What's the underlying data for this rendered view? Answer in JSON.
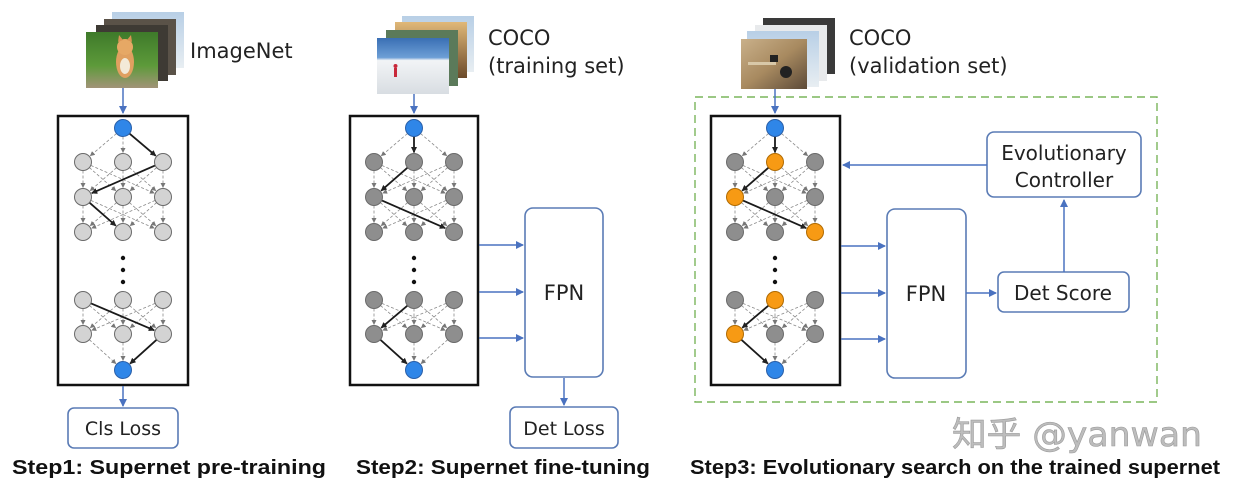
{
  "colors": {
    "blue_node": "#2f86e8",
    "gray_node_step1": "#d3d3d3",
    "gray_node": "#8e8e8e",
    "orange_node": "#f79a14",
    "arrow_blue": "#4a72c0",
    "box_border": "#5a7bb5",
    "dashed_green": "#7ab55c"
  },
  "steps": [
    {
      "dataset": {
        "line1": "ImageNet",
        "line2": ""
      },
      "loss_label": "Cls Loss",
      "caption": "Step1: Supernet pre-training"
    },
    {
      "dataset": {
        "line1": "COCO",
        "line2": "(training set)"
      },
      "fpn_label": "FPN",
      "loss_label": "Det Loss",
      "caption": "Step2: Supernet fine-tuning"
    },
    {
      "dataset": {
        "line1": "COCO",
        "line2": "(validation set)"
      },
      "fpn_label": "FPN",
      "score_label": "Det Score",
      "controller_label": {
        "line1": "Evolutionary",
        "line2": "Controller"
      },
      "caption": "Step3: Evolutionary search on the trained supernet"
    }
  ],
  "watermark": "知乎 @yanwan"
}
